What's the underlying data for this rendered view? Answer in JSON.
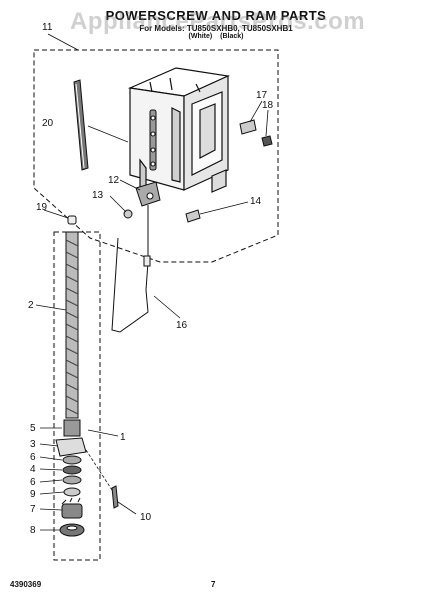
{
  "header": {
    "title": "POWERSCREW AND RAM PARTS",
    "subtitle": "For Models: TU850SXHB0, TU850SXHB1",
    "subnote": "(White) (Black)"
  },
  "watermark": "AppliancePartsPros.com",
  "footer": {
    "doc_number": "4390369",
    "page_number": "7"
  },
  "callouts": [
    {
      "id": "11",
      "label": "11"
    },
    {
      "id": "17",
      "label": "17"
    },
    {
      "id": "18",
      "label": "18"
    },
    {
      "id": "20",
      "label": "20"
    },
    {
      "id": "12",
      "label": "12"
    },
    {
      "id": "13",
      "label": "13"
    },
    {
      "id": "14",
      "label": "14"
    },
    {
      "id": "19",
      "label": "19"
    },
    {
      "id": "2",
      "label": "2"
    },
    {
      "id": "16",
      "label": "16"
    },
    {
      "id": "1",
      "label": "1"
    },
    {
      "id": "5",
      "label": "5"
    },
    {
      "id": "3",
      "label": "3"
    },
    {
      "id": "6a",
      "label": "6"
    },
    {
      "id": "4",
      "label": "4"
    },
    {
      "id": "6b",
      "label": "6"
    },
    {
      "id": "9",
      "label": "9"
    },
    {
      "id": "7",
      "label": "7"
    },
    {
      "id": "10",
      "label": "10"
    },
    {
      "id": "8",
      "label": "8"
    }
  ]
}
